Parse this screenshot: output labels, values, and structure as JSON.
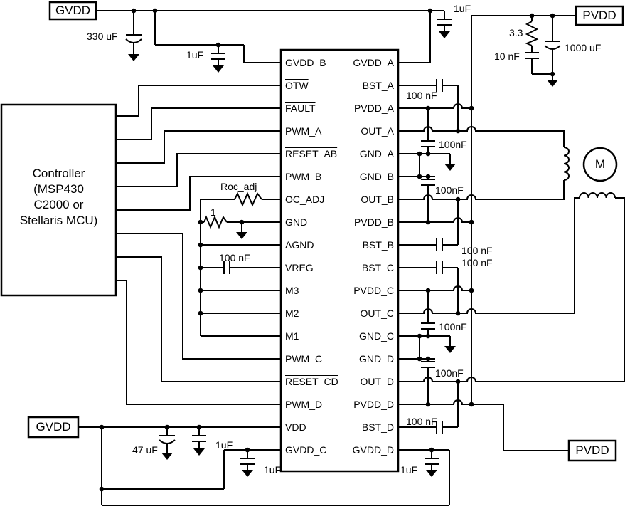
{
  "boxes": {
    "gvdd_top": "GVDD",
    "pvdd_top": "PVDD",
    "gvdd_bottom": "GVDD",
    "pvdd_bottom": "PVDD"
  },
  "controller": {
    "lines": [
      "Controller",
      "(MSP430",
      "C2000 or",
      "Stellaris MCU)"
    ]
  },
  "motor": {
    "label": "M"
  },
  "ic": {
    "left_pins": [
      {
        "label": "GVDD_B"
      },
      {
        "label": "OTW"
      },
      {
        "label": "FAULT"
      },
      {
        "label": "PWM_A"
      },
      {
        "label": "RESET_AB"
      },
      {
        "label": "PWM_B"
      },
      {
        "label": "OC_ADJ"
      },
      {
        "label": "GND"
      },
      {
        "label": "AGND"
      },
      {
        "label": "VREG"
      },
      {
        "label": "M3"
      },
      {
        "label": "M2"
      },
      {
        "label": "M1"
      },
      {
        "label": "PWM_C"
      },
      {
        "label": "RESET_CD"
      },
      {
        "label": "PWM_D"
      },
      {
        "label": "VDD"
      },
      {
        "label": "GVDD_C"
      }
    ],
    "right_pins": [
      "GVDD_A",
      "BST_A",
      "PVDD_A",
      "OUT_A",
      "GND_A",
      "GND_B",
      "OUT_B",
      "PVDD_B",
      "BST_B",
      "BST_C",
      "PVDD_C",
      "OUT_C",
      "GND_C",
      "GND_D",
      "OUT_D",
      "PVDD_D",
      "BST_D",
      "GVDD_D"
    ]
  },
  "components": {
    "bulk_gvdd": "330 uF",
    "c_gvdd_b": "1uF",
    "c_gvdd_a": "1uF",
    "r_snubber": "3.3",
    "c_snubber": "10 nF",
    "bulk_pvdd": "1000 uF",
    "c_bst_a": "100 nF",
    "c_dec_a": "100nF",
    "c_dec_b": "100nF",
    "c_bst_b": "100 nF",
    "c_bst_c": "100 nF",
    "c_dec_c": "100nF",
    "c_dec_d": "100nF",
    "c_bst_d": "100 nF",
    "c_gvdd_d": "1uF",
    "c_gvdd_c": "1uF",
    "bulk_vdd": "47 uF",
    "c_vdd": "1uF",
    "r_oc_adj": "Roc_adj",
    "r_gnd": "1",
    "c_vreg": "100 nF"
  },
  "colors": {
    "line": "#000000",
    "background": "#ffffff"
  }
}
